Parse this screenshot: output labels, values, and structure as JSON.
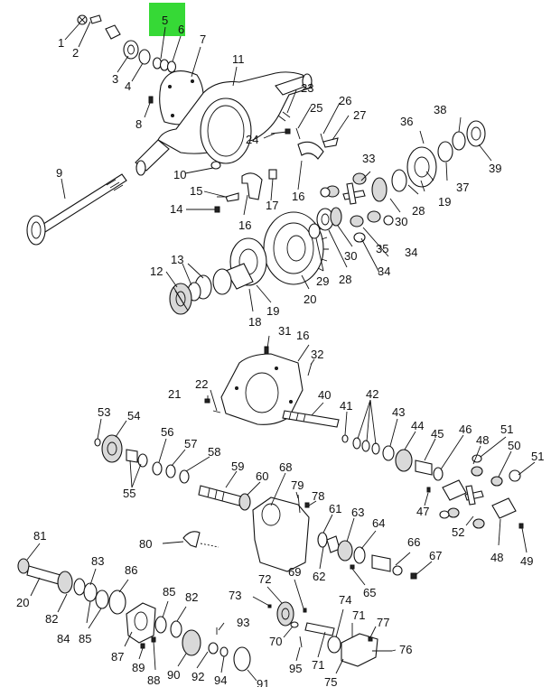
{
  "highlight": {
    "color": "#36d936"
  },
  "callouts": [
    {
      "text": "1"
    },
    {
      "text": "2"
    },
    {
      "text": "3"
    },
    {
      "text": "4"
    },
    {
      "text": "5"
    },
    {
      "text": "6"
    },
    {
      "text": "7"
    },
    {
      "text": "8"
    },
    {
      "text": "9"
    },
    {
      "text": "10"
    },
    {
      "text": "11"
    },
    {
      "text": "12"
    },
    {
      "text": "13"
    },
    {
      "text": "14"
    },
    {
      "text": "15"
    },
    {
      "text": "16"
    },
    {
      "text": "16"
    },
    {
      "text": "16"
    },
    {
      "text": "17"
    },
    {
      "text": "18"
    },
    {
      "text": "19"
    },
    {
      "text": "19"
    },
    {
      "text": "20"
    },
    {
      "text": "20"
    },
    {
      "text": "21"
    },
    {
      "text": "22"
    },
    {
      "text": "23"
    },
    {
      "text": "24"
    },
    {
      "text": "25"
    },
    {
      "text": "26"
    },
    {
      "text": "27"
    },
    {
      "text": "28"
    },
    {
      "text": "28"
    },
    {
      "text": "29"
    },
    {
      "text": "30"
    },
    {
      "text": "30"
    },
    {
      "text": "31"
    },
    {
      "text": "32"
    },
    {
      "text": "33"
    },
    {
      "text": "34"
    },
    {
      "text": "34"
    },
    {
      "text": "35"
    },
    {
      "text": "36"
    },
    {
      "text": "37"
    },
    {
      "text": "38"
    },
    {
      "text": "39"
    },
    {
      "text": "40"
    },
    {
      "text": "41"
    },
    {
      "text": "42"
    },
    {
      "text": "43"
    },
    {
      "text": "44"
    },
    {
      "text": "45"
    },
    {
      "text": "46"
    },
    {
      "text": "47"
    },
    {
      "text": "48"
    },
    {
      "text": "48"
    },
    {
      "text": "49"
    },
    {
      "text": "50"
    },
    {
      "text": "51"
    },
    {
      "text": "51"
    },
    {
      "text": "52"
    },
    {
      "text": "53"
    },
    {
      "text": "54"
    },
    {
      "text": "55"
    },
    {
      "text": "56"
    },
    {
      "text": "57"
    },
    {
      "text": "58"
    },
    {
      "text": "59"
    },
    {
      "text": "60"
    },
    {
      "text": "61"
    },
    {
      "text": "62"
    },
    {
      "text": "63"
    },
    {
      "text": "64"
    },
    {
      "text": "65"
    },
    {
      "text": "66"
    },
    {
      "text": "67"
    },
    {
      "text": "68"
    },
    {
      "text": "69"
    },
    {
      "text": "70"
    },
    {
      "text": "71"
    },
    {
      "text": "71"
    },
    {
      "text": "72"
    },
    {
      "text": "73"
    },
    {
      "text": "74"
    },
    {
      "text": "75"
    },
    {
      "text": "76"
    },
    {
      "text": "77"
    },
    {
      "text": "78"
    },
    {
      "text": "79"
    },
    {
      "text": "80"
    },
    {
      "text": "81"
    },
    {
      "text": "82"
    },
    {
      "text": "82"
    },
    {
      "text": "83"
    },
    {
      "text": "84"
    },
    {
      "text": "85"
    },
    {
      "text": "85"
    },
    {
      "text": "86"
    },
    {
      "text": "87"
    },
    {
      "text": "88"
    },
    {
      "text": "89"
    },
    {
      "text": "90"
    },
    {
      "text": "91"
    },
    {
      "text": "92"
    },
    {
      "text": "93"
    },
    {
      "text": "94"
    },
    {
      "text": "95"
    }
  ]
}
